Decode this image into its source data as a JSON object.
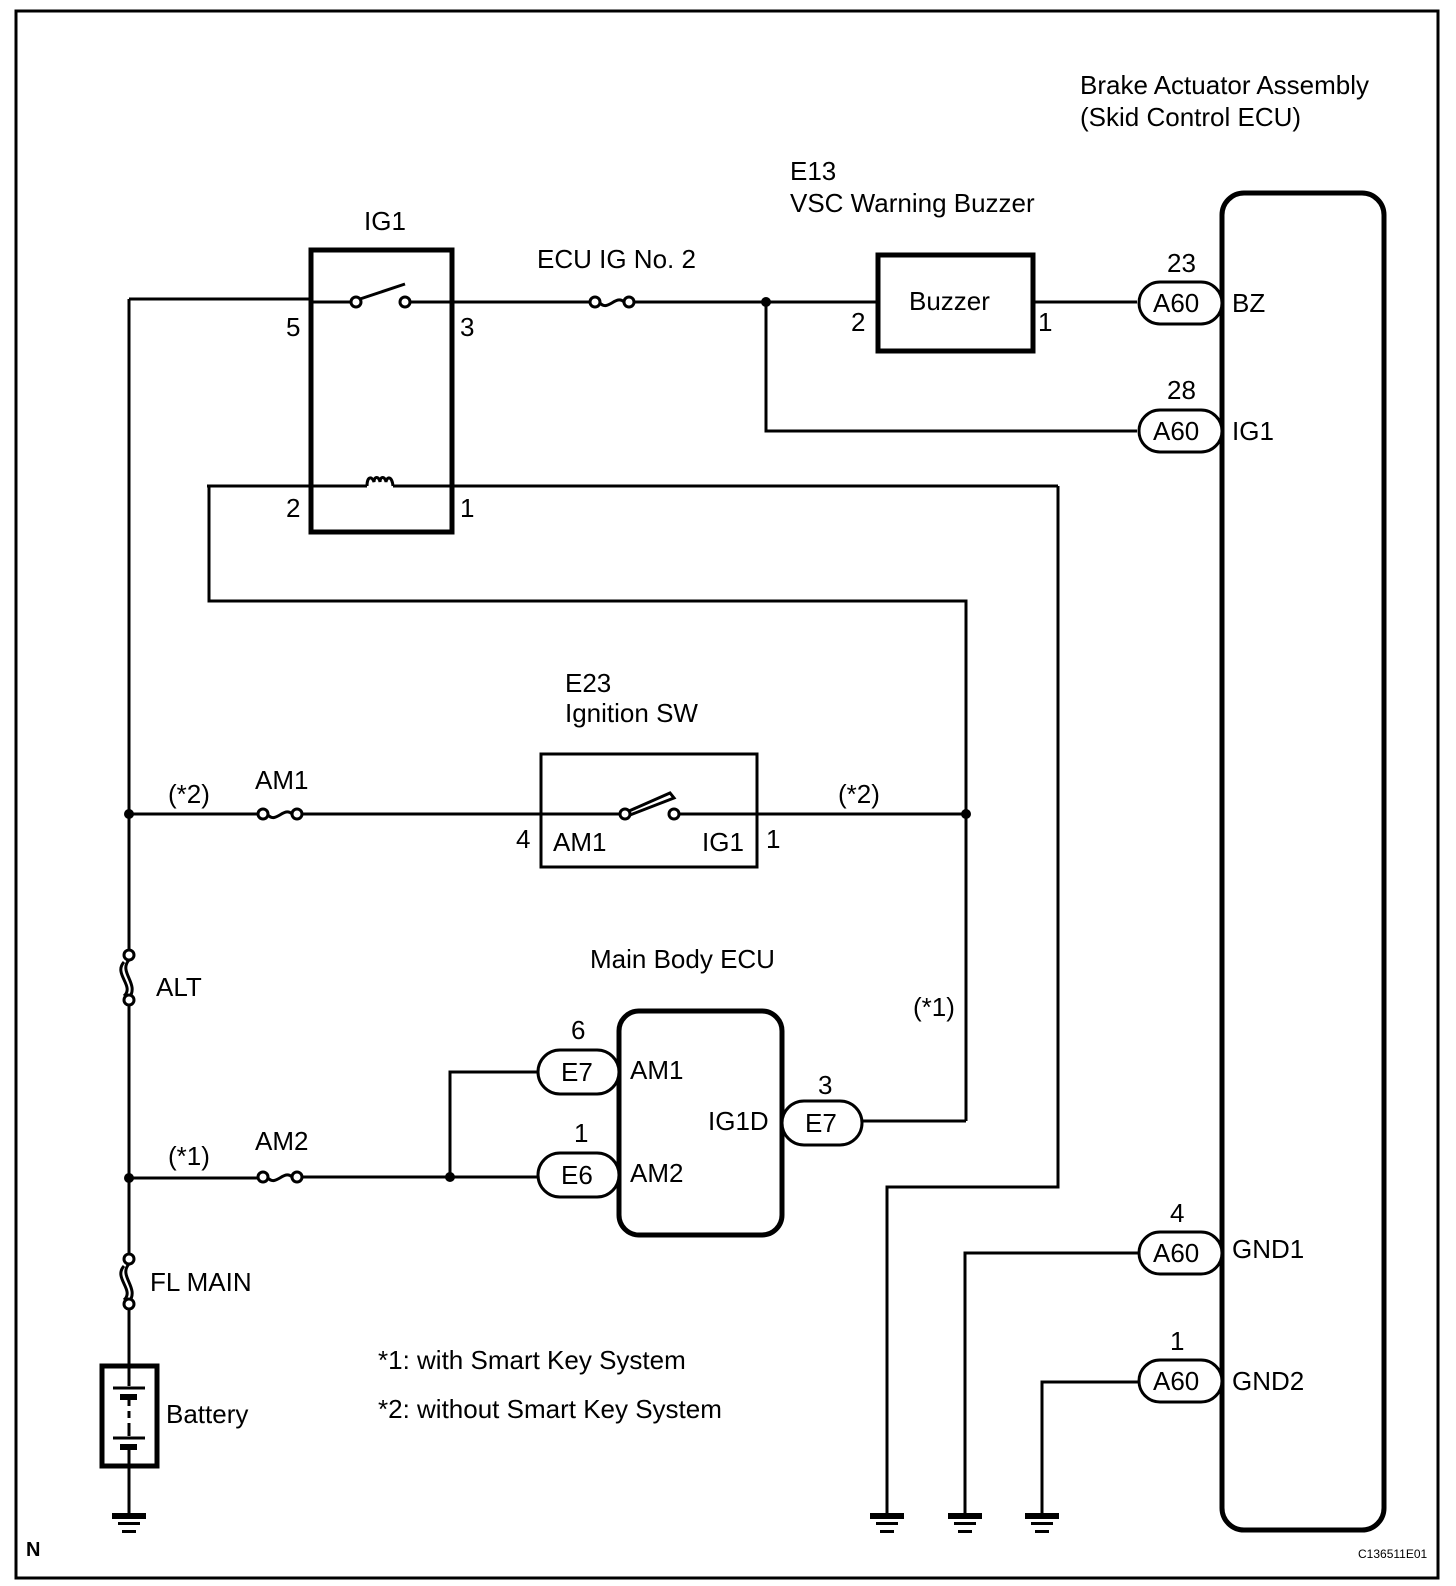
{
  "diagram": {
    "figure_id": "C136511E01",
    "orientation_mark": "N",
    "colors": {
      "ink": "#000000",
      "background": "#ffffff"
    }
  },
  "components": {
    "relay_ig1": {
      "title": "IG1",
      "pins": {
        "p5": "5",
        "p3": "3",
        "p2": "2",
        "p1": "1"
      }
    },
    "fuse_ecu_ig2": {
      "label": "ECU IG No. 2"
    },
    "buzzer": {
      "code": "E13",
      "title": "VSC Warning Buzzer",
      "body_label": "Buzzer",
      "pins": {
        "in": "2",
        "out": "1"
      }
    },
    "skid_ecu": {
      "title_line1": "Brake Actuator Assembly",
      "title_line2": "(Skid Control ECU)",
      "connectors": [
        {
          "pin": "23",
          "connector": "A60",
          "signal": "BZ"
        },
        {
          "pin": "28",
          "connector": "A60",
          "signal": "IG1"
        },
        {
          "pin": "4",
          "connector": "A60",
          "signal": "GND1"
        },
        {
          "pin": "1",
          "connector": "A60",
          "signal": "GND2"
        }
      ]
    },
    "ignition_sw": {
      "code": "E23",
      "title": "Ignition SW",
      "left_pin": "4",
      "left_label": "AM1",
      "right_label": "IG1",
      "right_pin": "1"
    },
    "fuse_am1": {
      "label": "AM1",
      "note": "(*2)"
    },
    "fuse_am2": {
      "label": "AM2",
      "note": "(*1)"
    },
    "fuse_alt": {
      "label": "ALT"
    },
    "fuse_fl_main": {
      "label": "FL MAIN"
    },
    "battery": {
      "label": "Battery"
    },
    "main_body_ecu": {
      "title": "Main Body ECU",
      "connectors": [
        {
          "pin": "6",
          "connector": "E7",
          "signal": "AM1"
        },
        {
          "pin": "1",
          "connector": "E6",
          "signal": "AM2"
        },
        {
          "pin": "3",
          "connector": "E7",
          "signal": "IG1D"
        }
      ]
    },
    "note_ig_sw_out": "(*2)",
    "note_ig1d_out": "(*1)"
  },
  "footnotes": [
    "*1: with Smart Key System",
    "*2: without Smart Key System"
  ]
}
